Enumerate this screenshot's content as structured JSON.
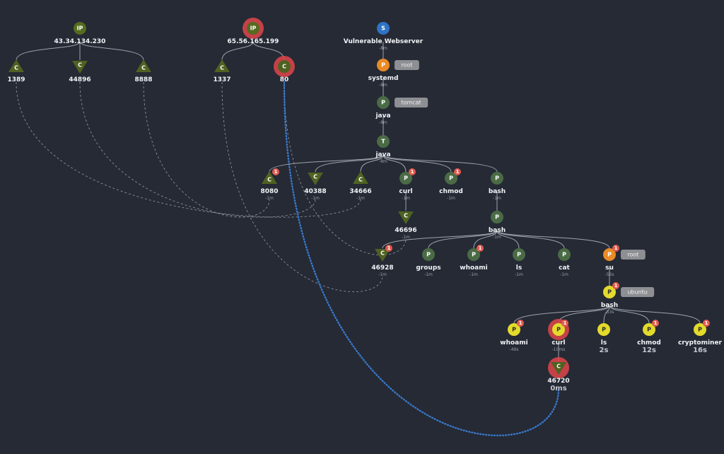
{
  "graph": {
    "colors": {
      "process": "#4a6b45",
      "connection": "#4f6221",
      "ip": "#556b1f",
      "service": "#2f73c4",
      "highlight": "#e0454a",
      "alert": "#e25a4e",
      "privileged": "#e98b26",
      "yellow": "#e3da2c",
      "userTag": "#8d8f93",
      "flowLine": "#3a78c9"
    },
    "nodes": [
      {
        "id": "ip1",
        "type": "ip",
        "letter": "IP",
        "label": "43.34.134.230",
        "sub": ""
      },
      {
        "id": "c1389",
        "type": "conn-up",
        "letter": "C",
        "label": "1389",
        "sub": ""
      },
      {
        "id": "c44896",
        "type": "conn-down",
        "letter": "C",
        "label": "44896",
        "sub": ""
      },
      {
        "id": "c8888",
        "type": "conn-up",
        "letter": "C",
        "label": "8888",
        "sub": ""
      },
      {
        "id": "ip2",
        "type": "ip",
        "letter": "IP",
        "label": "65.56.165.199",
        "sub": "",
        "halo": true
      },
      {
        "id": "c1337",
        "type": "conn-up",
        "letter": "C",
        "label": "1337",
        "sub": ""
      },
      {
        "id": "c80",
        "type": "conn-ring",
        "letter": "C",
        "label": "80",
        "sub": "",
        "halo": true
      },
      {
        "id": "svc",
        "type": "service",
        "letter": "S",
        "label": "Vulnerable Webserver",
        "sub": "-8m"
      },
      {
        "id": "systemd",
        "type": "proc-orange",
        "letter": "P",
        "label": "systemd",
        "sub": "-8m",
        "user": "root"
      },
      {
        "id": "java1",
        "type": "proc",
        "letter": "P",
        "label": "java",
        "sub": "-8m",
        "user": "tomcat"
      },
      {
        "id": "java2",
        "type": "thread",
        "letter": "T",
        "label": "java",
        "sub": "-8m"
      },
      {
        "id": "c8080",
        "type": "conn-up",
        "letter": "C",
        "label": "8080",
        "sub": "-1m",
        "badge": "1"
      },
      {
        "id": "c40388",
        "type": "conn-down",
        "letter": "C",
        "label": "40388",
        "sub": "-1m"
      },
      {
        "id": "c34666",
        "type": "conn-up",
        "letter": "C",
        "label": "34666",
        "sub": "-1m"
      },
      {
        "id": "curl1",
        "type": "proc",
        "letter": "P",
        "label": "curl",
        "sub": "-1m",
        "badge": "1"
      },
      {
        "id": "chmod1",
        "type": "proc",
        "letter": "P",
        "label": "chmod",
        "sub": "-1m",
        "badge": "1"
      },
      {
        "id": "bash1",
        "type": "proc",
        "letter": "P",
        "label": "bash",
        "sub": "-1m"
      },
      {
        "id": "c46696",
        "type": "conn-down",
        "letter": "C",
        "label": "46696",
        "sub": "-1m"
      },
      {
        "id": "bash2",
        "type": "proc",
        "letter": "P",
        "label": "bash",
        "sub": "-1m"
      },
      {
        "id": "c46928",
        "type": "conn-down",
        "letter": "C",
        "label": "46928",
        "sub": "-1m",
        "badge": "1"
      },
      {
        "id": "groups",
        "type": "proc",
        "letter": "P",
        "label": "groups",
        "sub": "-1m"
      },
      {
        "id": "whoami1",
        "type": "proc",
        "letter": "P",
        "label": "whoami",
        "sub": "-1m",
        "badge": "1"
      },
      {
        "id": "ls1",
        "type": "proc",
        "letter": "P",
        "label": "ls",
        "sub": "-1m"
      },
      {
        "id": "cat",
        "type": "proc",
        "letter": "P",
        "label": "cat",
        "sub": "-1m"
      },
      {
        "id": "su",
        "type": "proc-orange",
        "letter": "P",
        "label": "su",
        "sub": "-56s",
        "badge": "1",
        "user": "root"
      },
      {
        "id": "bash3",
        "type": "proc-yellow",
        "letter": "P",
        "label": "bash",
        "sub": "-53s",
        "badge": "1",
        "user": "ubuntu"
      },
      {
        "id": "whoami2",
        "type": "proc-yellow",
        "letter": "P",
        "label": "whoami",
        "sub": "-49s",
        "badge": "1"
      },
      {
        "id": "curl2",
        "type": "proc-yellow",
        "letter": "P",
        "label": "curl",
        "sub": "-10ms",
        "badge": "1",
        "halo": true
      },
      {
        "id": "ls2",
        "type": "proc-yellow",
        "letter": "P",
        "label": "ls",
        "sub": "2s",
        "bigsub": true
      },
      {
        "id": "chmod2",
        "type": "proc-yellow",
        "letter": "P",
        "label": "chmod",
        "sub": "12s",
        "badge": "1",
        "bigsub": true
      },
      {
        "id": "crypto",
        "type": "proc-yellow",
        "letter": "P",
        "label": "cryptominer",
        "sub": "16s",
        "badge": "1",
        "bigsub": true
      },
      {
        "id": "c46720",
        "type": "conn-down",
        "letter": "C",
        "label": "46720",
        "sub": "0ms",
        "halo": true,
        "bigsub": true
      }
    ],
    "edges": [
      [
        "ip1",
        "c1389"
      ],
      [
        "ip1",
        "c44896"
      ],
      [
        "ip1",
        "c8888"
      ],
      [
        "ip2",
        "c1337"
      ],
      [
        "ip2",
        "c80"
      ],
      [
        "svc",
        "systemd"
      ],
      [
        "systemd",
        "java1"
      ],
      [
        "java1",
        "java2"
      ],
      [
        "java2",
        "c8080"
      ],
      [
        "java2",
        "c40388"
      ],
      [
        "java2",
        "c34666"
      ],
      [
        "java2",
        "curl1"
      ],
      [
        "java2",
        "chmod1"
      ],
      [
        "java2",
        "bash1"
      ],
      [
        "curl1",
        "c46696"
      ],
      [
        "bash1",
        "bash2"
      ],
      [
        "bash2",
        "c46928"
      ],
      [
        "bash2",
        "groups"
      ],
      [
        "bash2",
        "whoami1"
      ],
      [
        "bash2",
        "ls1"
      ],
      [
        "bash2",
        "cat"
      ],
      [
        "bash2",
        "su"
      ],
      [
        "su",
        "bash3"
      ],
      [
        "bash3",
        "whoami2"
      ],
      [
        "bash3",
        "curl2"
      ],
      [
        "bash3",
        "ls2"
      ],
      [
        "bash3",
        "chmod2"
      ],
      [
        "bash3",
        "crypto"
      ],
      [
        "curl2",
        "c46720"
      ]
    ],
    "connections": [
      [
        "c1389",
        "c34666",
        false
      ],
      [
        "c44896",
        "c40388",
        false
      ],
      [
        "c8888",
        "c8080",
        false
      ],
      [
        "c1337",
        "c46928",
        false
      ],
      [
        "c80",
        "c46696",
        false
      ],
      [
        "c80",
        "c46720",
        true
      ]
    ]
  }
}
